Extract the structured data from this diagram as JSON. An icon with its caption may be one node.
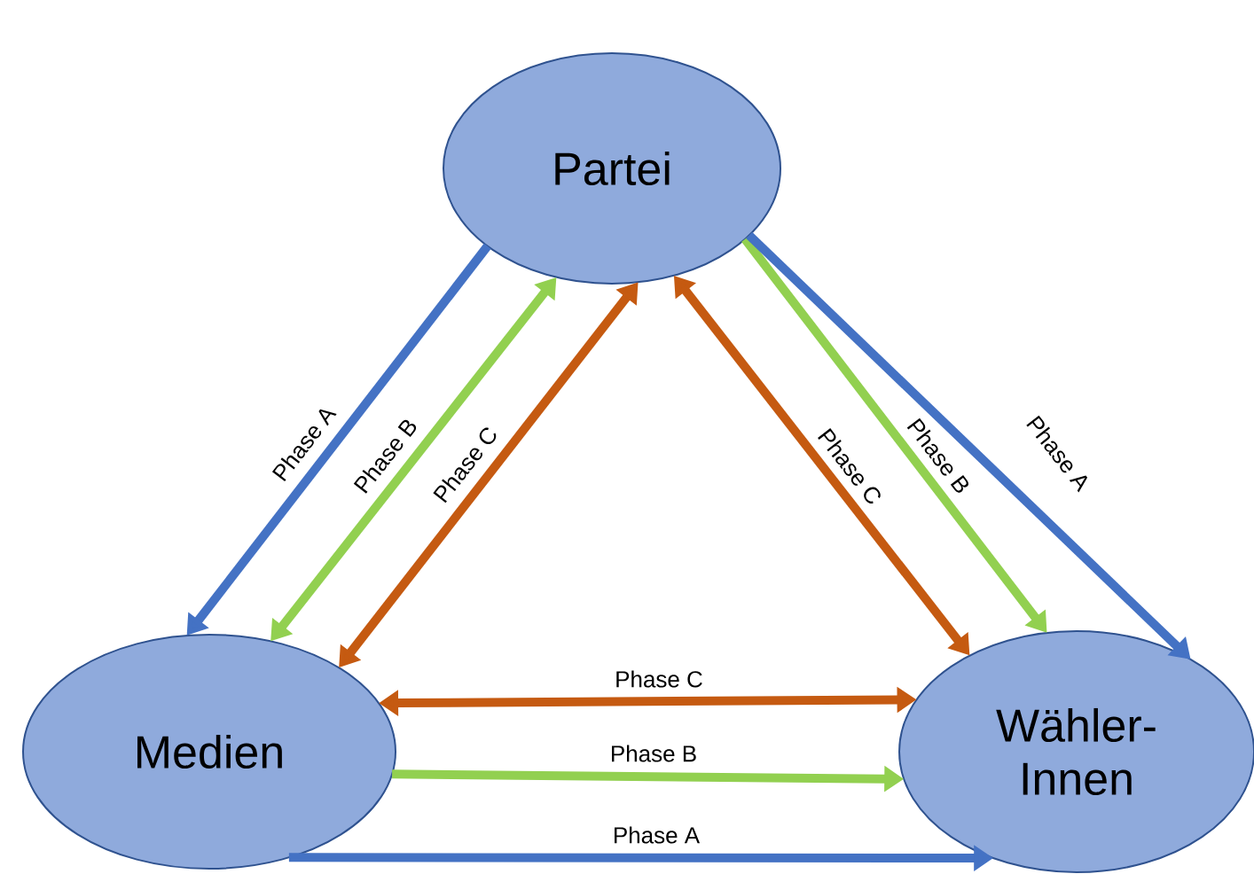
{
  "diagram": {
    "nodes": [
      {
        "text": [
          "Partei"
        ]
      },
      {
        "text": [
          "Medien"
        ]
      },
      {
        "text": [
          "Wähler- Innen"
        ]
      }
    ],
    "edges": [
      {
        "from": 0,
        "to": 1,
        "arrow": "to",
        "label": "Phase A",
        "color": "#4472c4"
      },
      {
        "from": 1,
        "to": 0,
        "arrow": "both",
        "label": "Phase B",
        "color": "#92d050"
      },
      {
        "from": 1,
        "to": 0,
        "arrow": "both",
        "label": "Phase C",
        "color": "#c55a11"
      },
      {
        "from": 2,
        "to": 0,
        "arrow": "both",
        "label": "Phase C",
        "color": "#c55a11"
      },
      {
        "from": 0,
        "to": 2,
        "arrow": "to",
        "label": "Phase B",
        "color": "#92d050"
      },
      {
        "from": 0,
        "to": 2,
        "arrow": "to",
        "label": "Phase A",
        "color": "#4472c4"
      },
      {
        "from": 1,
        "to": 2,
        "arrow": "both",
        "label": "Phase C",
        "color": "#c55a11"
      },
      {
        "from": 1,
        "to": 2,
        "arrow": "to",
        "label": "Phase B",
        "color": "#92d050"
      },
      {
        "from": 1,
        "to": 2,
        "arrow": "to",
        "label": "Phase A",
        "color": "#4472c4"
      }
    ]
  }
}
